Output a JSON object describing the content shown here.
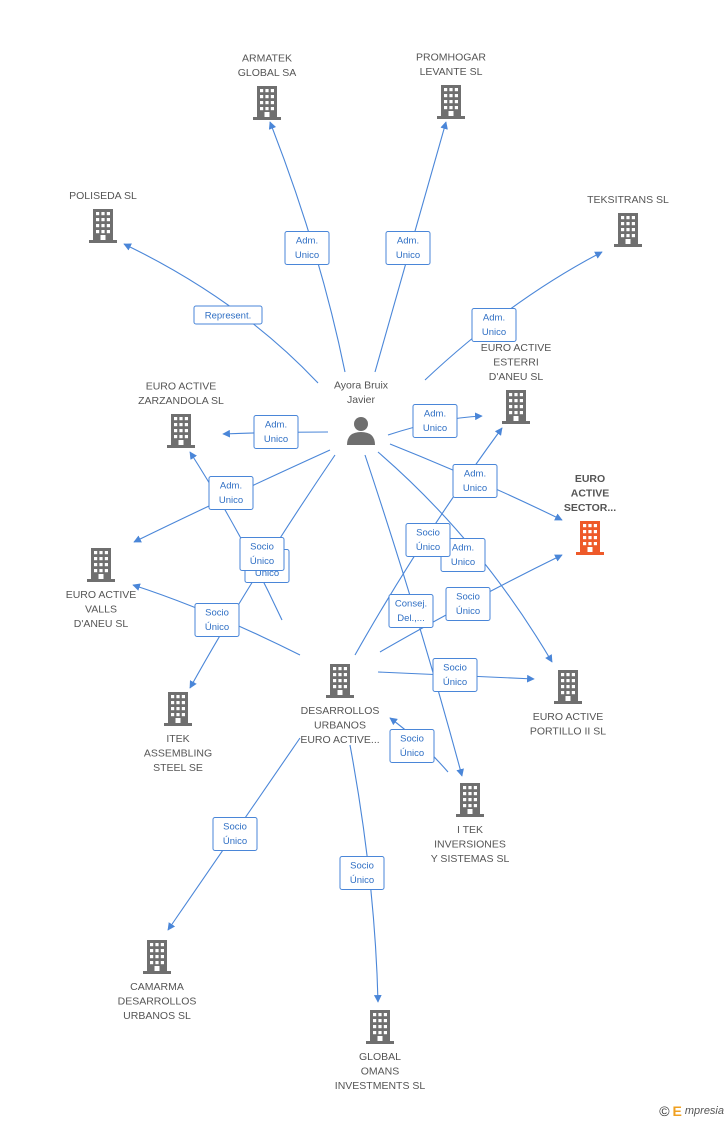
{
  "colors": {
    "edge": "#4a86d8",
    "building": "#6f6f6f",
    "highlight": "#ee5a2a",
    "person": "#6f6f6f",
    "label": "#555555"
  },
  "person": {
    "lines": [
      "Ayora Bruix",
      "Javier"
    ],
    "icon": "person-icon"
  },
  "companies": [
    {
      "id": "armatek",
      "lines": [
        "ARMATEK",
        "GLOBAL SA"
      ],
      "highlight": false
    },
    {
      "id": "promhogar",
      "lines": [
        "PROMHOGAR",
        "LEVANTE SL"
      ],
      "highlight": false
    },
    {
      "id": "poliseda",
      "lines": [
        "POLISEDA SL"
      ],
      "highlight": false
    },
    {
      "id": "teksitrans",
      "lines": [
        "TEKSITRANS SL"
      ],
      "highlight": false
    },
    {
      "id": "esterri",
      "lines": [
        "EURO ACTIVE",
        "ESTERRI",
        "D'ANEU SL"
      ],
      "highlight": false
    },
    {
      "id": "zarzandola",
      "lines": [
        "EURO ACTIVE",
        "ZARZANDOLA SL"
      ],
      "highlight": false
    },
    {
      "id": "sector",
      "lines": [
        "EURO",
        "ACTIVE",
        "SECTOR..."
      ],
      "highlight": true
    },
    {
      "id": "valls",
      "lines": [
        "EURO ACTIVE",
        "VALLS",
        "D'ANEU SL"
      ],
      "highlight": false
    },
    {
      "id": "portillo",
      "lines": [
        "EURO ACTIVE",
        "PORTILLO II SL"
      ],
      "highlight": false
    },
    {
      "id": "itek_assembling",
      "lines": [
        "ITEK",
        "ASSEMBLING",
        "STEEL SE"
      ],
      "highlight": false
    },
    {
      "id": "desarrollos",
      "lines": [
        "DESARROLLOS",
        "URBANOS",
        "EURO ACTIVE..."
      ],
      "highlight": false
    },
    {
      "id": "itek_inversiones",
      "lines": [
        "I TEK",
        "INVERSIONES",
        "Y SISTEMAS  SL"
      ],
      "highlight": false
    },
    {
      "id": "camarma",
      "lines": [
        "CAMARMA",
        "DESARROLLOS",
        "URBANOS SL"
      ],
      "highlight": false
    },
    {
      "id": "global_omans",
      "lines": [
        "GLOBAL",
        "OMANS",
        "INVESTMENTS SL"
      ],
      "highlight": false
    }
  ],
  "relations": [
    {
      "from": "person",
      "to": "armatek",
      "lines": [
        "Adm.",
        "Unico"
      ]
    },
    {
      "from": "person",
      "to": "promhogar",
      "lines": [
        "Adm.",
        "Unico"
      ]
    },
    {
      "from": "person",
      "to": "poliseda",
      "lines": [
        "Represent."
      ]
    },
    {
      "from": "person",
      "to": "teksitrans",
      "lines": [
        "Adm.",
        "Unico"
      ]
    },
    {
      "from": "person",
      "to": "esterri",
      "lines": [
        "Adm.",
        "Unico"
      ]
    },
    {
      "from": "person",
      "to": "zarzandola",
      "lines": [
        "Adm.",
        "Unico"
      ]
    },
    {
      "from": "person",
      "to": "sector",
      "lines": [
        "Adm.",
        "Unico"
      ]
    },
    {
      "from": "person",
      "to": "valls",
      "lines": [
        "Adm.",
        "Unico"
      ]
    },
    {
      "from": "person",
      "to": "portillo",
      "lines": [
        "Adm.",
        "Unico"
      ]
    },
    {
      "from": "person",
      "to": "itek_assembling",
      "lines": [
        "Adm.",
        "Unico"
      ]
    },
    {
      "from": "person",
      "to": "itek_inversiones",
      "lines": [
        "Consej.",
        "Del.,..."
      ]
    },
    {
      "from": "desarrollos",
      "to": "zarzandola",
      "lines": [
        "Socio",
        "Único"
      ]
    },
    {
      "from": "desarrollos",
      "to": "valls",
      "lines": [
        "Socio",
        "Único"
      ]
    },
    {
      "from": "desarrollos",
      "to": "esterri",
      "lines": [
        "Socio",
        "Único"
      ]
    },
    {
      "from": "desarrollos",
      "to": "sector",
      "lines": [
        "Socio",
        "Único"
      ]
    },
    {
      "from": "desarrollos",
      "to": "portillo",
      "lines": [
        "Socio",
        "Único"
      ]
    },
    {
      "from": "itek_inversiones",
      "to": "desarrollos",
      "lines": [
        "Socio",
        "Único"
      ]
    },
    {
      "from": "desarrollos",
      "to": "camarma",
      "lines": [
        "Socio",
        "Único"
      ]
    },
    {
      "from": "desarrollos",
      "to": "global_omans",
      "lines": [
        "Socio",
        "Único"
      ]
    }
  ],
  "footer": {
    "copyright": "©",
    "brand_initial": "E",
    "brand_rest": "mpresia"
  }
}
